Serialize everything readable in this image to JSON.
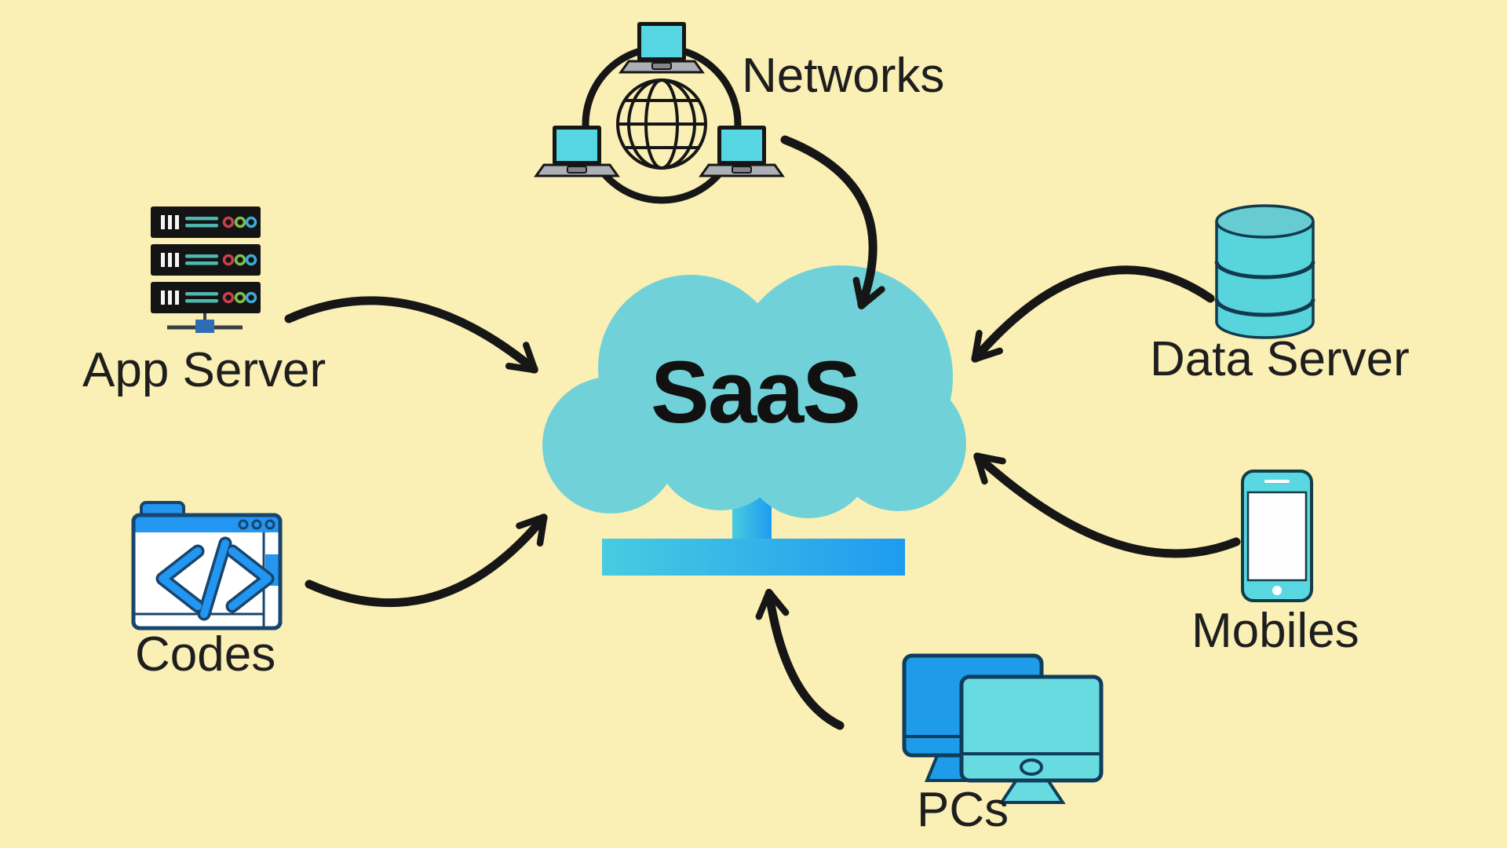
{
  "diagram_title": "SaaS",
  "center": {
    "label": "SaaS"
  },
  "nodes": [
    {
      "id": "networks",
      "label": "Networks",
      "icon": "network-globe-icon"
    },
    {
      "id": "app-server",
      "label": "App Server",
      "icon": "server-rack-icon"
    },
    {
      "id": "codes",
      "label": "Codes",
      "icon": "code-window-icon"
    },
    {
      "id": "data-server",
      "label": "Data Server",
      "icon": "database-icon"
    },
    {
      "id": "mobiles",
      "label": "Mobiles",
      "icon": "smartphone-icon"
    },
    {
      "id": "pcs",
      "label": "PCs",
      "icon": "desktop-monitors-icon"
    }
  ],
  "edges": [
    {
      "from": "networks",
      "to": "SaaS"
    },
    {
      "from": "app-server",
      "to": "SaaS"
    },
    {
      "from": "codes",
      "to": "SaaS"
    },
    {
      "from": "data-server",
      "to": "SaaS"
    },
    {
      "from": "mobiles",
      "to": "SaaS"
    },
    {
      "from": "pcs",
      "to": "SaaS"
    }
  ],
  "colors": {
    "background": "#FAEFB4",
    "cloud": "#70D2D8",
    "arrow": "#161616",
    "accent_blue": "#2296F0",
    "accent_cyan": "#55D6E2",
    "pedestal_gradient_start": "#48CCE0",
    "pedestal_gradient_end": "#1E9BF0",
    "server_body": "#141414",
    "server_led_red": "#C8414F",
    "server_led_green": "#7FBF4D",
    "server_led_blue": "#3FA9D8",
    "dark_outline": "#123A4E",
    "text": "#1E1E1E"
  }
}
